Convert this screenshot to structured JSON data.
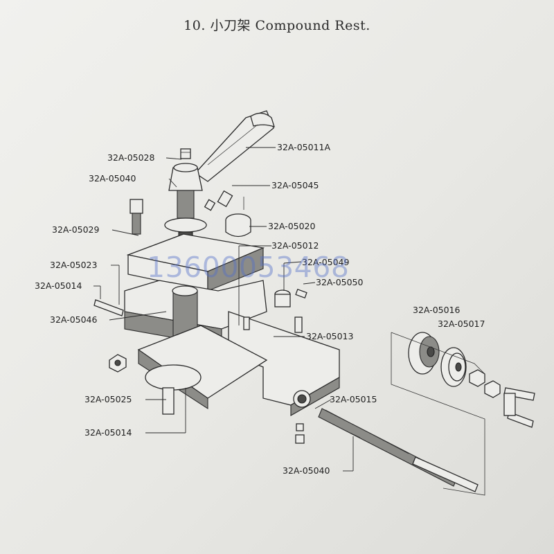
{
  "title": "10. 小刀架 Compound Rest.",
  "watermark": "13600053468",
  "labels": {
    "l_05028": "32A-05028",
    "l_05011A": "32A-05011A",
    "l_05040_top": "32A-05040",
    "l_05045": "32A-05045",
    "l_05029": "32A-05029",
    "l_05020": "32A-05020",
    "l_05012": "32A-05012",
    "l_05023": "32A-05023",
    "l_05049": "32A-05049",
    "l_05050": "32A-05050",
    "l_05014_left": "32A-05014",
    "l_05046": "32A-05046",
    "l_05016": "32A-05016",
    "l_05017": "32A-05017",
    "l_05013": "32A-05013",
    "l_05015": "32A-05015",
    "l_05025": "32A-05025",
    "l_05014_bottom": "32A-05014",
    "l_05040_bottom": "32A-05040"
  }
}
